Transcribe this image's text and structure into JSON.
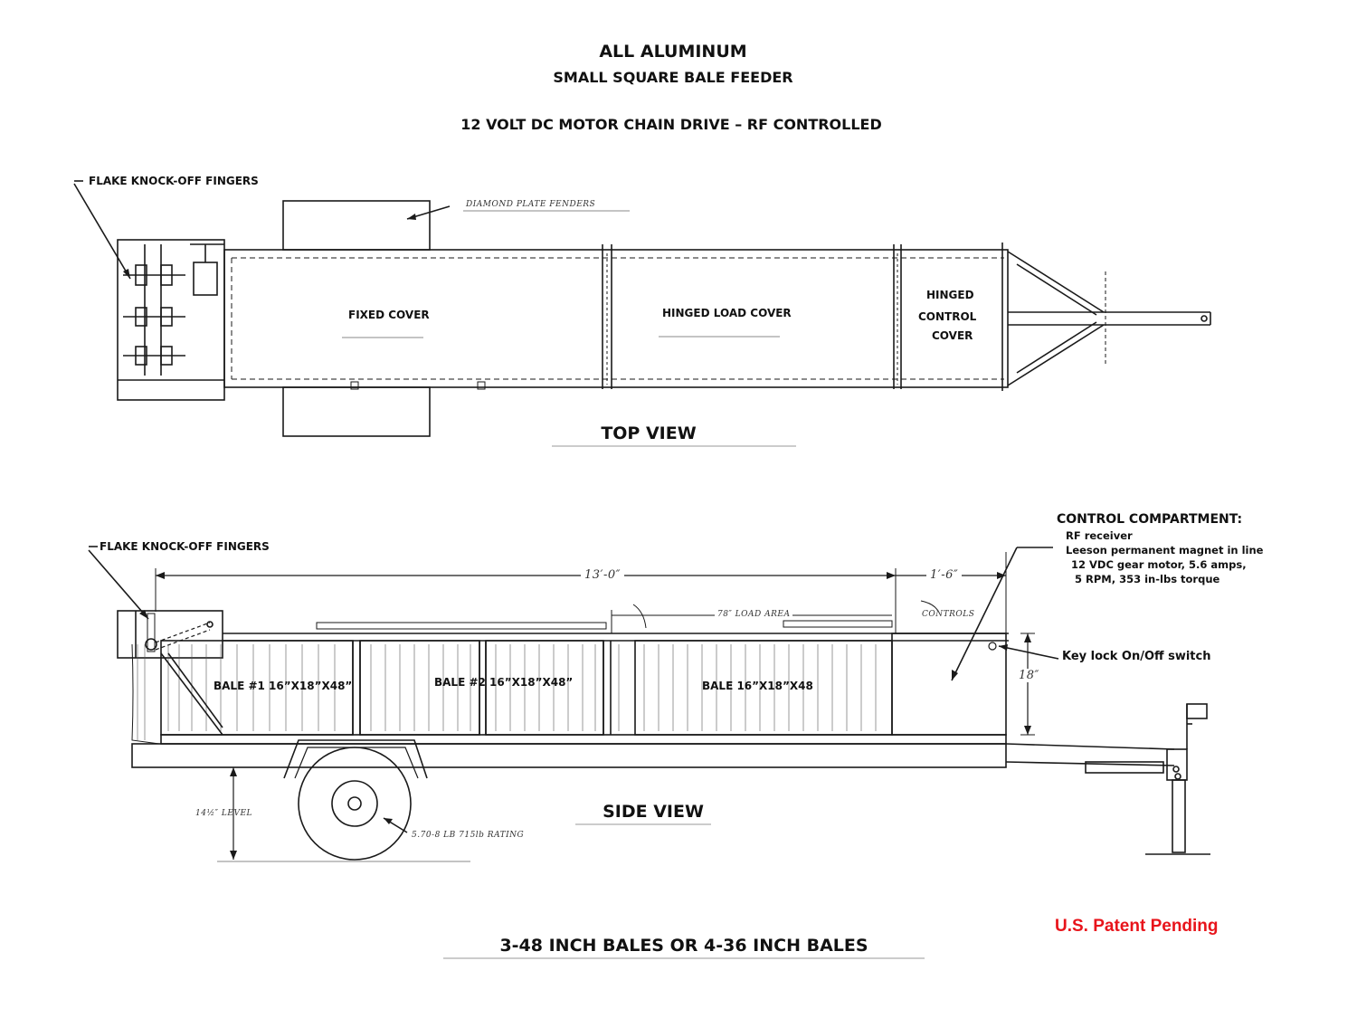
{
  "header": {
    "title": "ALL ALUMINUM",
    "subtitle": "SMALL SQUARE BALE FEEDER",
    "drive": "12 VOLT DC MOTOR CHAIN DRIVE – RF CONTROLLED"
  },
  "top_view": {
    "caption": "TOP VIEW",
    "fingers_label": "FLAKE KNOCK-OFF FINGERS",
    "fenders_label": "DIAMOND PLATE FENDERS",
    "fixed_cover": "FIXED COVER",
    "hinged_load_cover": "HINGED LOAD COVER",
    "hinged_control_cover": [
      "HINGED",
      "CONTROL",
      "COVER"
    ]
  },
  "side_view": {
    "caption": "SIDE VIEW",
    "fingers_label": "FLAKE KNOCK-OFF FINGERS",
    "dim_length": "13′-0″",
    "dim_controls": "1′-6″",
    "load_area": "78″ LOAD AREA",
    "controls": "CONTROLS",
    "height": "18″",
    "ground_height": "14½″ LEVEL",
    "tire": "5.70-8 LB 715lb RATING",
    "bale_1": "BALE #1 16”X18”X48”",
    "bale_2": "BALE #2 16”X18”X48”",
    "bale_3": "BALE 16”X18”X48",
    "key_lock": "Key lock On/Off switch",
    "control_compartment": {
      "heading": "CONTROL COMPARTMENT:",
      "lines": [
        "RF receiver",
        "Leeson permanent magnet in line",
        "12 VDC gear motor, 5.6 amps,",
        "5 RPM, 353 in-lbs torque"
      ]
    }
  },
  "footer": {
    "bales": "3-48 INCH BALES OR 4-36 INCH BALES",
    "patent": "U.S. Patent Pending"
  },
  "colors": {
    "ink": "#1a1a1a",
    "patent": "#e8141b"
  }
}
